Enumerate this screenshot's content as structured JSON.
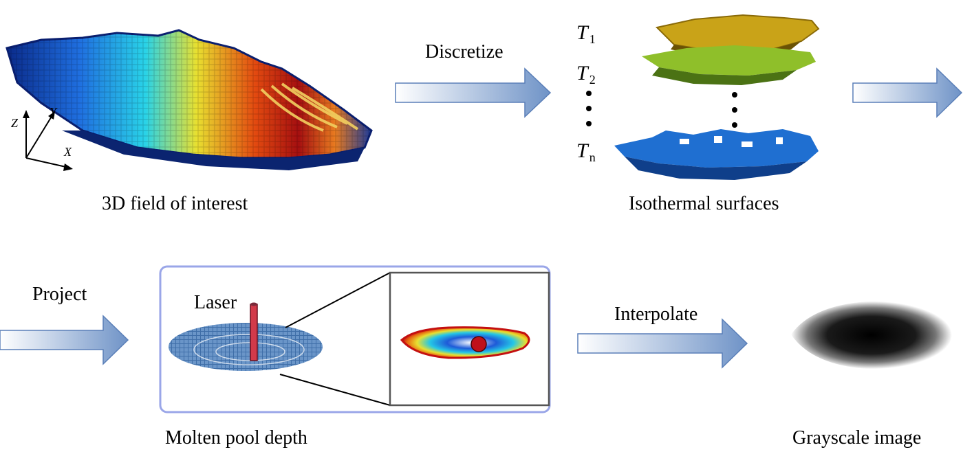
{
  "stage1": {
    "caption": "3D field of interest",
    "axes": [
      "Z",
      "Y",
      "X"
    ]
  },
  "step1": {
    "label": "Discretize"
  },
  "stage2": {
    "caption": "Isothermal surfaces",
    "levels": [
      {
        "sym": "T",
        "sub": "1"
      },
      {
        "sym": "T",
        "sub": "2"
      },
      {
        "sym": "T",
        "sub": "n"
      }
    ],
    "colors": {
      "t1": "#c9a318",
      "t2": "#8fbf2a",
      "tn": "#1f6fd1"
    }
  },
  "step2": {
    "label": "Project"
  },
  "stage3": {
    "caption": "Molten pool depth",
    "laser_label": "Laser"
  },
  "step3": {
    "label": "Interpolate"
  },
  "stage4": {
    "caption": "Grayscale image"
  },
  "colors": {
    "arrow": "#6f93c7",
    "frame": "#9aa6e8",
    "laser": "#d23a4a"
  }
}
